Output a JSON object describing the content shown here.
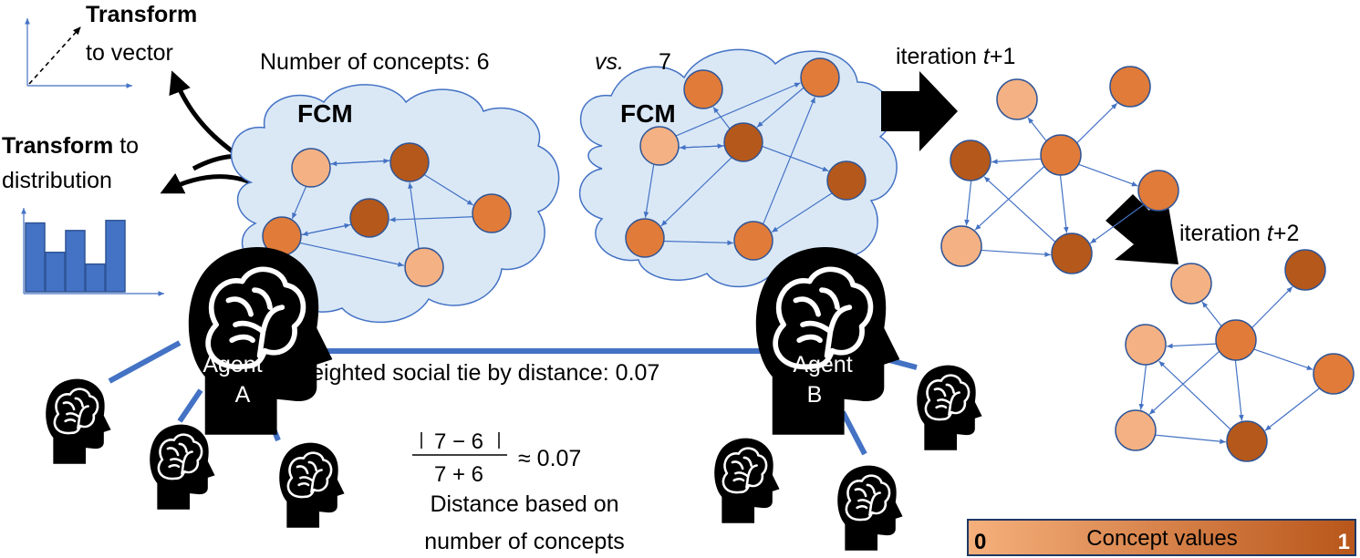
{
  "texts": {
    "transform_vector_bold": "Transform",
    "transform_vector_rest": "to vector",
    "transform_dist_bold": "Transform",
    "transform_dist_rest": " to",
    "transform_dist_line2": "distribution",
    "num_concepts_prefix": "Number of concepts: 6",
    "num_concepts_vs": "vs.",
    "num_concepts_b": "7",
    "fcm_a": "FCM",
    "fcm_b": "FCM",
    "iteration_t1_prefix": "iteration ",
    "iteration_t1_var": "t",
    "iteration_t1_suffix": "+1",
    "iteration_t2_prefix": "iteration ",
    "iteration_t2_var": "t",
    "iteration_t2_suffix": "+2",
    "agent_a_line1": "Agent",
    "agent_a_line2": "A",
    "agent_b_line1": "Agent",
    "agent_b_line2": "B",
    "social_tie": "Weighted social tie by distance: 0.07",
    "formula_numerator": "7 − 6",
    "formula_denominator": "7 + 6",
    "formula_result": "≈ 0.07",
    "distance_line1": "Distance based on",
    "distance_line2": "number of concepts",
    "legend_title": "Concept values",
    "legend_min": "0",
    "legend_max": "1"
  },
  "colors": {
    "light": "#f4b183",
    "medium": "#e07b39",
    "dark": "#b4581b",
    "cloud_fill": "#dae8f6",
    "accent_blue": "#4472c4",
    "legend_start": "#f6b07c",
    "legend_end": "#b8561a"
  },
  "histogram": {
    "values": [
      0.82,
      0.47,
      0.73,
      0.33,
      0.85
    ]
  },
  "networks": {
    "fcm_a": {
      "nodes": [
        {
          "id": "a1",
          "level": "light"
        },
        {
          "id": "a2",
          "level": "dark"
        },
        {
          "id": "a3",
          "level": "medium"
        },
        {
          "id": "a4",
          "level": "dark"
        },
        {
          "id": "a5",
          "level": "medium"
        },
        {
          "id": "a6",
          "level": "light"
        }
      ],
      "edges": [
        [
          "a1",
          "a2"
        ],
        [
          "a2",
          "a1"
        ],
        [
          "a1",
          "a3"
        ],
        [
          "a2",
          "a5"
        ],
        [
          "a5",
          "a4"
        ],
        [
          "a3",
          "a6"
        ],
        [
          "a6",
          "a2"
        ],
        [
          "a3",
          "a4"
        ],
        [
          "a4",
          "a3"
        ]
      ]
    },
    "fcm_b": {
      "nodes": [
        {
          "id": "b1",
          "level": "medium"
        },
        {
          "id": "b2",
          "level": "medium"
        },
        {
          "id": "b3",
          "level": "light"
        },
        {
          "id": "b4",
          "level": "dark"
        },
        {
          "id": "b5",
          "level": "dark"
        },
        {
          "id": "b6",
          "level": "medium"
        },
        {
          "id": "b7",
          "level": "medium"
        }
      ],
      "edges": [
        [
          "b4",
          "b2"
        ],
        [
          "b1",
          "b4"
        ],
        [
          "b4",
          "b3"
        ],
        [
          "b3",
          "b4"
        ],
        [
          "b4",
          "b5"
        ],
        [
          "b3",
          "b6"
        ],
        [
          "b4",
          "b6"
        ],
        [
          "b6",
          "b7"
        ],
        [
          "b5",
          "b7"
        ],
        [
          "b7",
          "b1"
        ],
        [
          "b3",
          "b1"
        ]
      ]
    },
    "iter_t1": {
      "nodes": [
        {
          "id": "c1",
          "level": "light"
        },
        {
          "id": "c2",
          "level": "medium"
        },
        {
          "id": "c3",
          "level": "dark"
        },
        {
          "id": "c4",
          "level": "medium"
        },
        {
          "id": "c5",
          "level": "medium"
        },
        {
          "id": "c6",
          "level": "light"
        },
        {
          "id": "c7",
          "level": "dark"
        }
      ],
      "edges": [
        [
          "c4",
          "c1"
        ],
        [
          "c4",
          "c2"
        ],
        [
          "c4",
          "c3"
        ],
        [
          "c4",
          "c5"
        ],
        [
          "c3",
          "c6"
        ],
        [
          "c4",
          "c7"
        ],
        [
          "c5",
          "c7"
        ],
        [
          "c6",
          "c7"
        ],
        [
          "c7",
          "c3"
        ],
        [
          "c4",
          "c6"
        ]
      ]
    },
    "iter_t2": {
      "nodes": [
        {
          "id": "d1",
          "level": "light"
        },
        {
          "id": "d2",
          "level": "dark"
        },
        {
          "id": "d3",
          "level": "light"
        },
        {
          "id": "d4",
          "level": "medium"
        },
        {
          "id": "d5",
          "level": "medium"
        },
        {
          "id": "d6",
          "level": "light"
        },
        {
          "id": "d7",
          "level": "dark"
        }
      ],
      "edges": [
        [
          "d4",
          "d1"
        ],
        [
          "d4",
          "d2"
        ],
        [
          "d4",
          "d3"
        ],
        [
          "d4",
          "d5"
        ],
        [
          "d3",
          "d6"
        ],
        [
          "d4",
          "d7"
        ],
        [
          "d5",
          "d7"
        ],
        [
          "d6",
          "d7"
        ],
        [
          "d7",
          "d3"
        ],
        [
          "d4",
          "d6"
        ]
      ]
    }
  }
}
